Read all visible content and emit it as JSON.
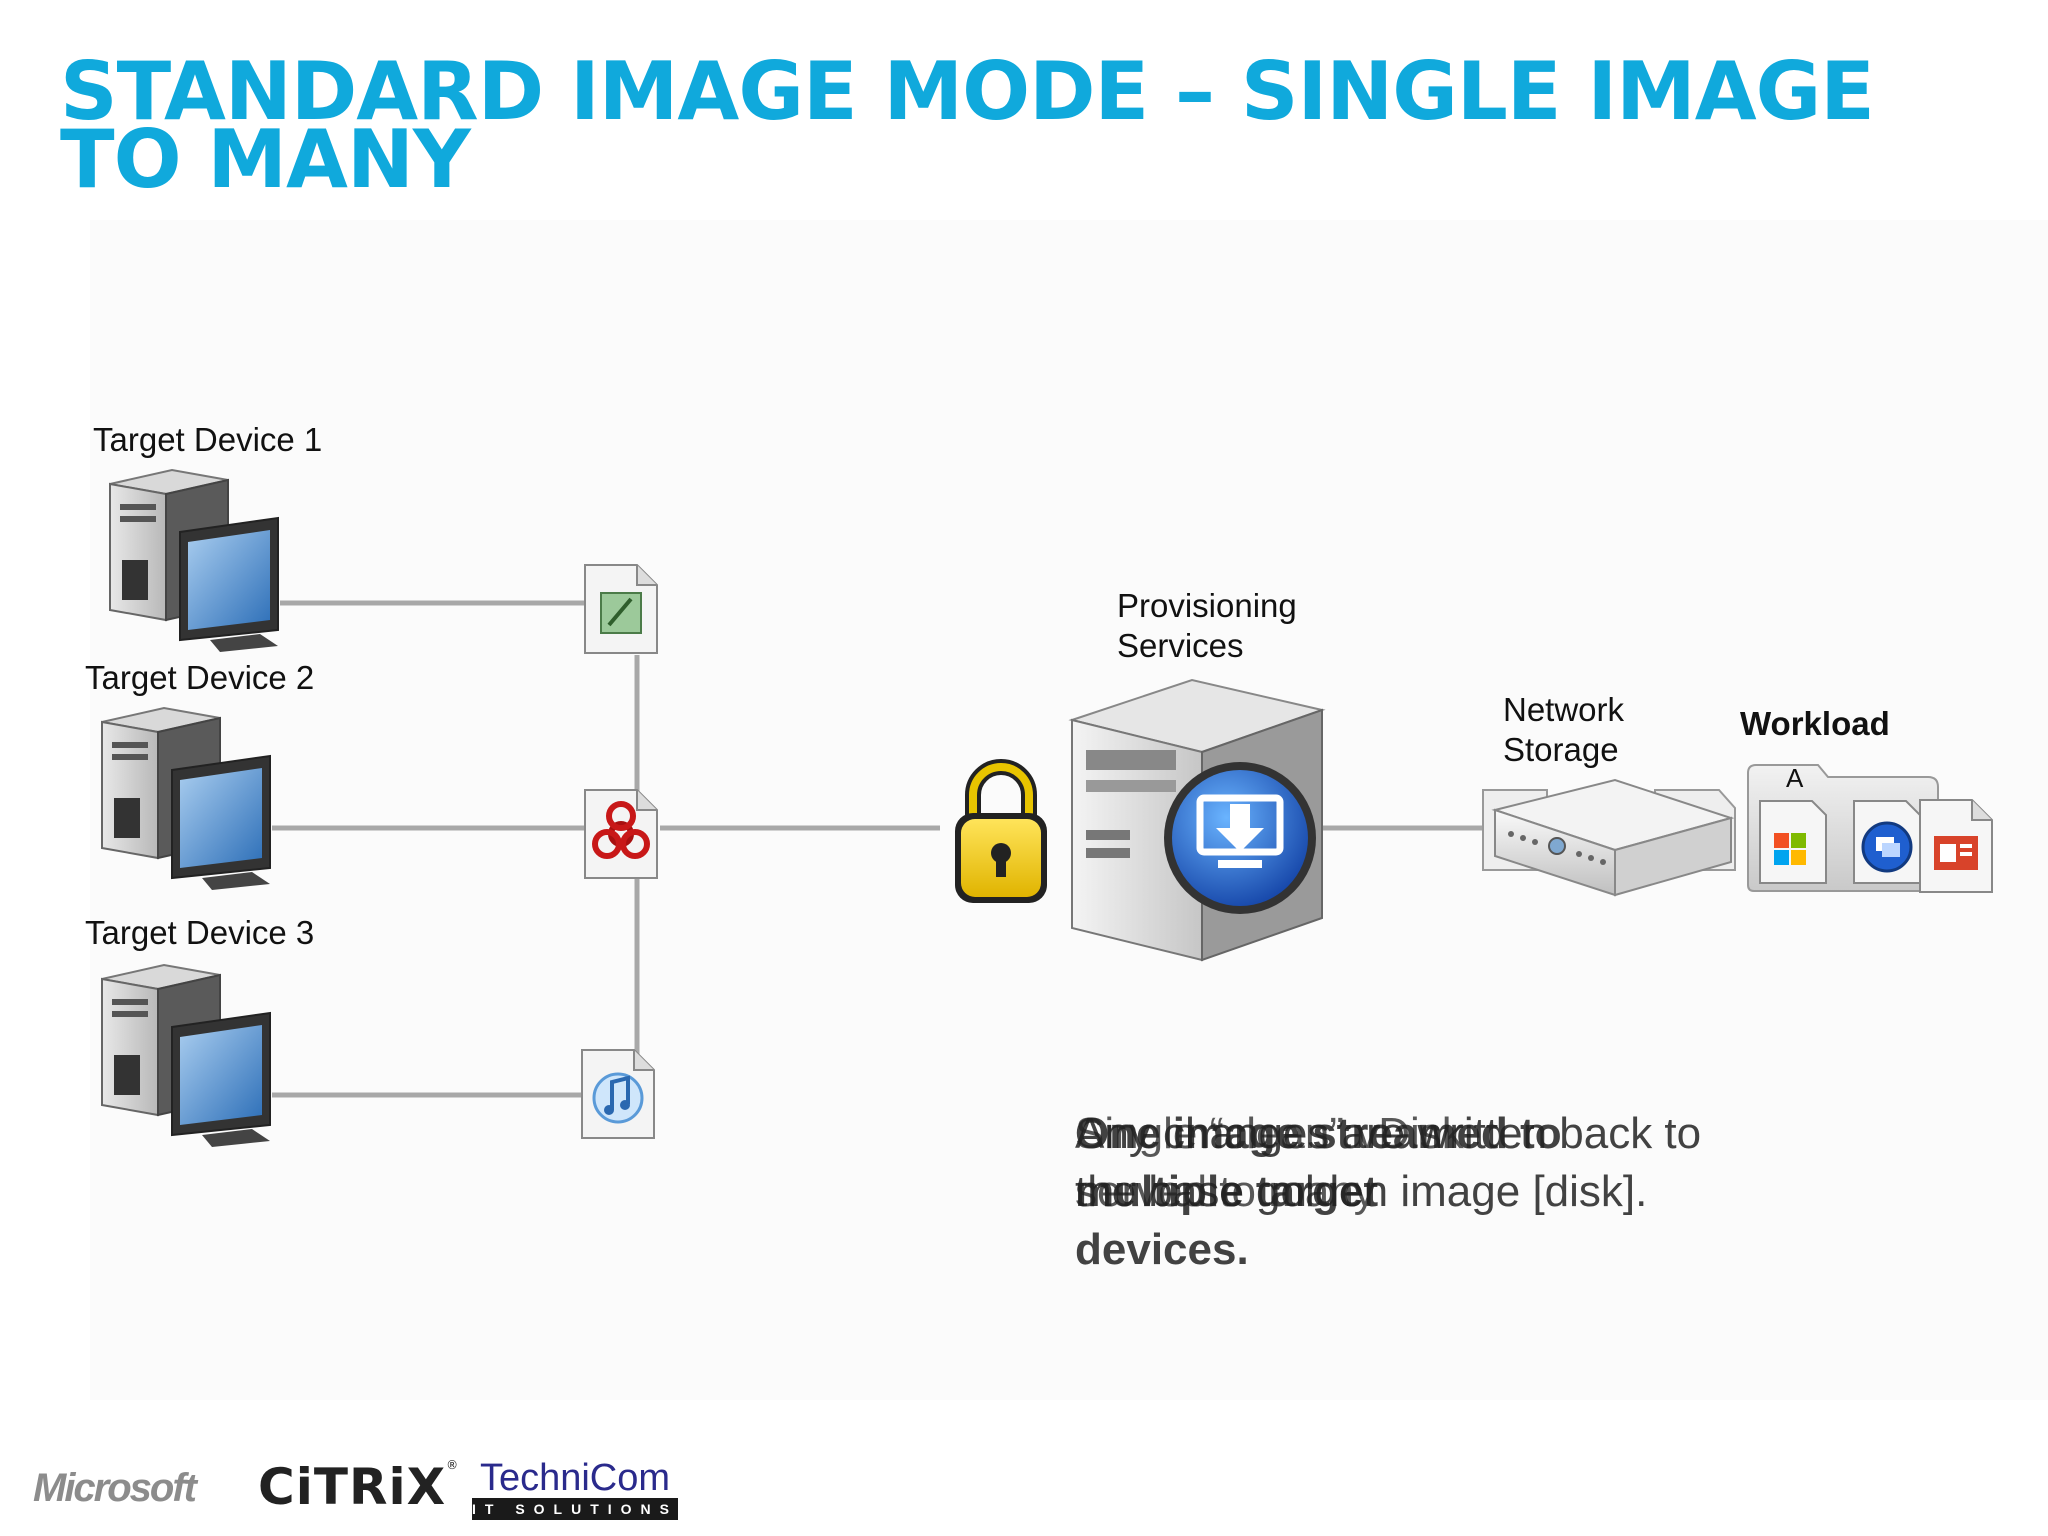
{
  "slide": {
    "title_line1": "STANDARD IMAGE MODE – SINGLE IMAGE",
    "title_line2": "TO MANY",
    "title_color": "#10a9dc"
  },
  "diagram": {
    "target_devices": [
      {
        "label": "Target Device 1"
      },
      {
        "label": "Target Device 2"
      },
      {
        "label": "Target Device 3"
      }
    ],
    "provisioning_label_line1": "Provisioning",
    "provisioning_label_line2": "Services",
    "network_storage_line1": "Network",
    "network_storage_line2": "Storage",
    "workload_label": "Workload",
    "workload_folder_letter": "A",
    "file_icons": [
      "document-file-icon",
      "biohazard-file-icon",
      "music-file-icon"
    ],
    "lock_icon": "padlock-icon",
    "server_badge_icon": "download-monitor-icon",
    "lock_color": "#f2cd2e",
    "badge_color": "#1f5fcf"
  },
  "overlapping_text": {
    "layer_a": [
      "Any changes are written back to",
      "the base golden image [disk]."
    ],
    "layer_b": [
      "One image streamed to",
      "multiple target",
      "devices."
    ],
    "layer_c": [
      "Single “clean” vDisk",
      "served to many"
    ]
  },
  "logos": {
    "microsoft": "Microsoft",
    "citrix": "CiTRiX",
    "citrix_mark": "®",
    "technicom": "TechniCom",
    "technicom_sub": "IT SOLUTIONS"
  }
}
